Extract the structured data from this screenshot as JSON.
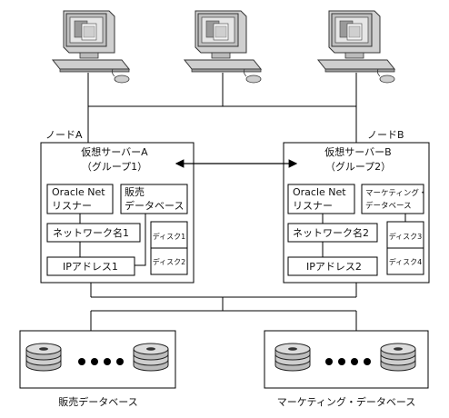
{
  "node_a": {
    "label": "ノードA",
    "server_name": "仮想サーバーA",
    "server_group": "（グループ1）",
    "listener_line1": "Oracle Net",
    "listener_line2": "リスナー",
    "db_line1": "販売",
    "db_line2": "データベース",
    "network_name": "ネットワーク名1",
    "ip_address": "IPアドレス1",
    "disk1": "ディスク1",
    "disk2": "ディスク2"
  },
  "node_b": {
    "label": "ノードB",
    "server_name": "仮想サーバーB",
    "server_group": "（グループ2）",
    "listener_line1": "Oracle Net",
    "listener_line2": "リスナー",
    "db_line1": "マーケティング・",
    "db_line2": "データベース",
    "network_name": "ネットワーク名2",
    "ip_address": "IPアドレス2",
    "disk3": "ディスク3",
    "disk4": "ディスク4"
  },
  "storage": {
    "left_label": "販売データベース",
    "right_label": "マーケティング・データベース"
  },
  "icons": {
    "workstation": "workstation-icon",
    "disk_stack": "disk-stack-icon",
    "arrow": "bidirectional-arrow-icon"
  }
}
